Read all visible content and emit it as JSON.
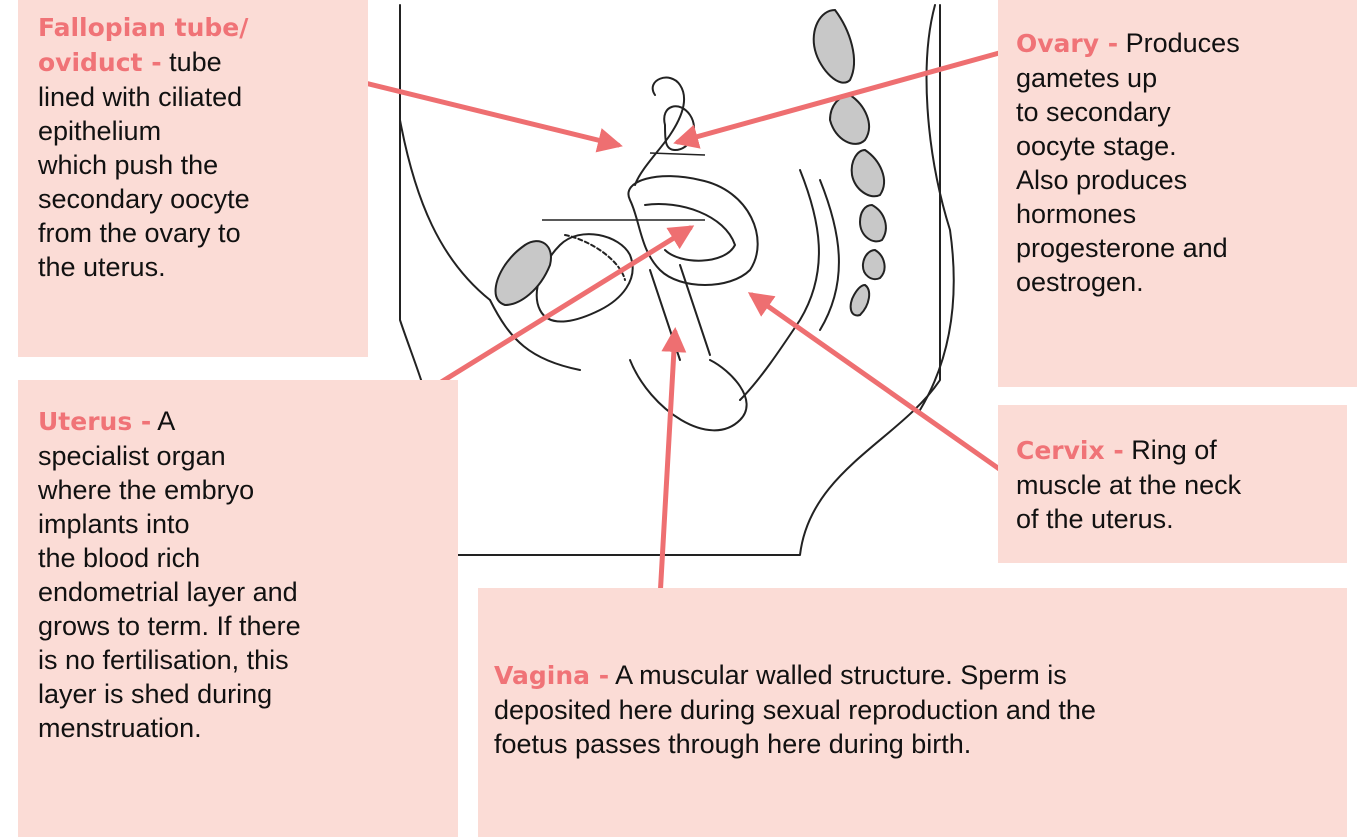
{
  "colors": {
    "box_bg": "#fbdcd6",
    "term": "#f07377",
    "arrow": "#ee6f71",
    "organ_fill": "#c8c8c8"
  },
  "fallopian": {
    "term": "Fallopian tube/",
    "term2": "oviduct -",
    "text_first": " tube",
    "lines": [
      "lined with ciliated",
      "epithelium",
      "which push the",
      "secondary oocyte",
      "from the ovary to",
      "the uterus."
    ]
  },
  "uterus": {
    "term": "Uterus -",
    "text_first": " A",
    "lines": [
      "specialist organ",
      "where the embryo",
      "implants into",
      "the blood rich",
      "endometrial layer and",
      "grows to term. If there",
      "is no fertilisation, this",
      "layer is shed during",
      "menstruation."
    ]
  },
  "ovary": {
    "term": "Ovary -",
    "text_first": " Produces",
    "lines": [
      "gametes up",
      "to secondary",
      "oocyte stage.",
      "Also produces",
      "hormones",
      "progesterone and",
      "oestrogen."
    ]
  },
  "cervix": {
    "term": "Cervix -",
    "text_first": " Ring of",
    "lines": [
      "muscle at the neck",
      "of the uterus."
    ]
  },
  "vagina": {
    "term": "Vagina -",
    "text_first": " A muscular walled structure. Sperm is",
    "lines": [
      "deposited here during sexual reproduction and the",
      "foetus passes through here during birth."
    ]
  }
}
